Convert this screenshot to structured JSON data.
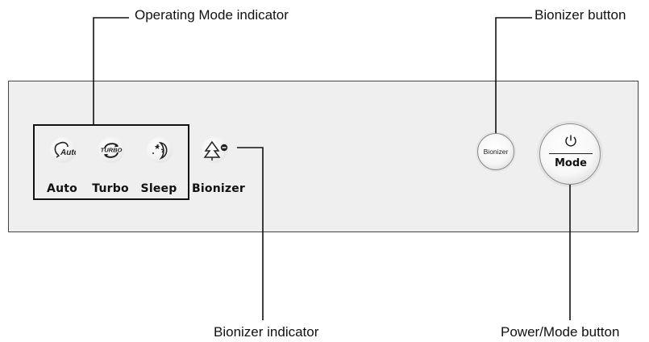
{
  "callouts": {
    "operating_mode": "Operating Mode indicator",
    "bionizer_button": "Bionizer button",
    "bionizer_indicator": "Bionizer indicator",
    "power_mode_button": "Power/Mode button"
  },
  "indicators": {
    "auto": {
      "label": "Auto",
      "icon_text": "Auto",
      "icon": "auto-icon"
    },
    "turbo": {
      "label": "Turbo",
      "icon_text": "TURBO",
      "icon": "turbo-icon"
    },
    "sleep": {
      "label": "Sleep",
      "icon": "sleep-icon"
    },
    "bionizer": {
      "label": "Bionizer",
      "icon": "bionizer-icon"
    }
  },
  "buttons": {
    "bionizer": {
      "label": "Bionizer"
    },
    "mode": {
      "label": "Mode",
      "icon": "power-icon"
    }
  },
  "colors": {
    "panel": "#efefef",
    "line": "#111111"
  }
}
